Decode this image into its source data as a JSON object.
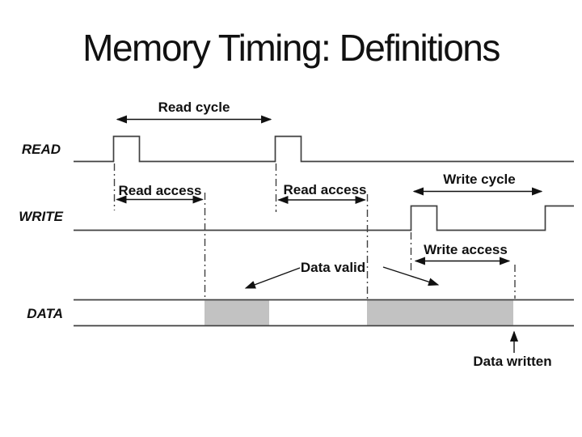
{
  "slide": {
    "title": "Memory Timing: Definitions"
  },
  "signals": [
    {
      "label": "READ"
    },
    {
      "label": "WRITE"
    },
    {
      "label": "DATA"
    }
  ],
  "annotations": {
    "read_cycle": "Read cycle",
    "read_access_first": "Read access",
    "read_access_second": "Read access",
    "write_cycle": "Write cycle",
    "write_access": "Write access",
    "data_valid": "Data valid",
    "data_written": "Data written"
  },
  "colors": {
    "background": "#ffffff",
    "signal_line": "#404040",
    "text": "#111111",
    "data_valid_fill": "#c2c2c2"
  }
}
